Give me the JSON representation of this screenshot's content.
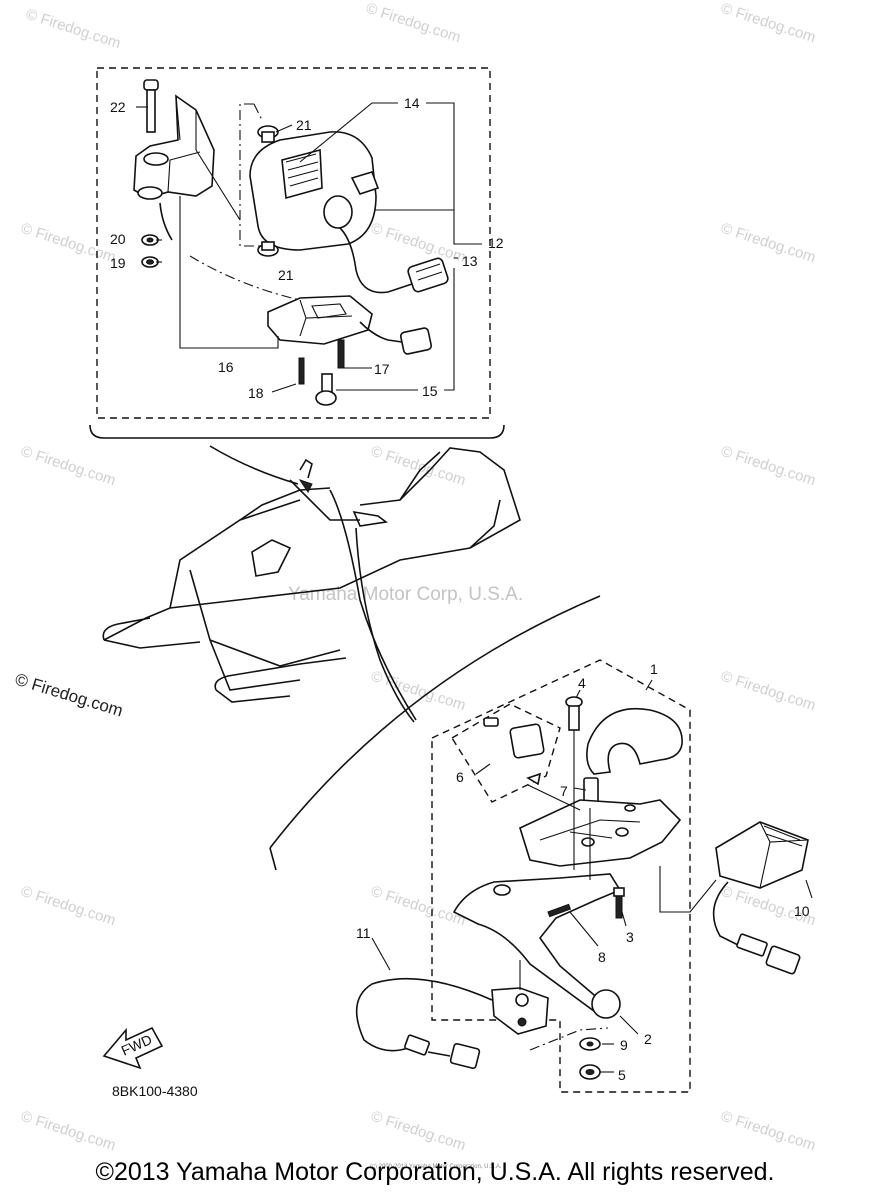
{
  "copyright": "©2013 Yamaha Motor Corporation, U.S.A. All rights reserved.",
  "watermark_brand": "© Firedog.com",
  "watermark_center": "Yamaha Motor Corp, U.S.A.",
  "small_print": "(c) 2000-2013 Yamaha Motor Corporation, U.S.A.",
  "fwd_label": "FWD",
  "ref_code": "8BK100-4380",
  "callouts": {
    "c1": "1",
    "c2": "2",
    "c3": "3",
    "c4": "4",
    "c5": "5",
    "c6": "6",
    "c7": "7",
    "c8": "8",
    "c9": "9",
    "c10": "10",
    "c11": "11",
    "c12": "12",
    "c13": "13",
    "c14": "14",
    "c15": "15",
    "c16": "16",
    "c17": "17",
    "c18": "18",
    "c19": "19",
    "c20": "20",
    "c21a": "21",
    "c21b": "21",
    "c22": "22"
  }
}
